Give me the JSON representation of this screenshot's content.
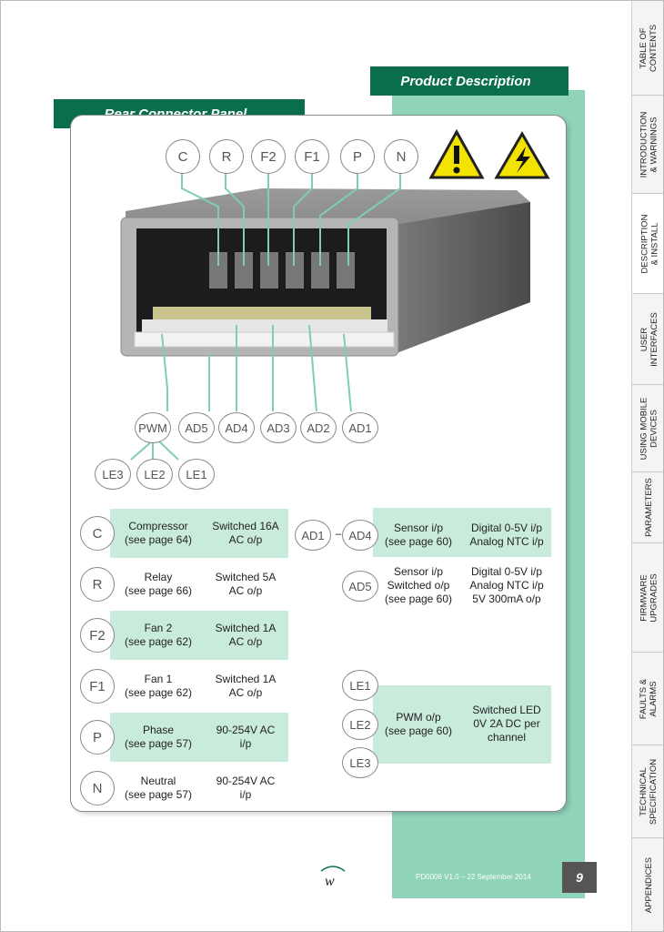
{
  "page": {
    "section_title": "Product Description",
    "panel_title": "Rear Connector Panel",
    "footer_doc": "PD0006 V1.0 – 22 September 2014",
    "page_number": "9"
  },
  "top_labels": [
    "C",
    "R",
    "F2",
    "F1",
    "P",
    "N"
  ],
  "bottom_labels": [
    "PWM",
    "AD5",
    "AD4",
    "AD3",
    "AD2",
    "AD1"
  ],
  "le_labels": [
    "LE3",
    "LE2",
    "LE1"
  ],
  "warning_icons": [
    "warning-exclamation-icon",
    "electric-hazard-icon"
  ],
  "left_rows": [
    {
      "code": "C",
      "name": "Compressor",
      "ref": "(see page 64)",
      "rating1": "Switched 16A",
      "rating2": "AC o/p",
      "shaded": true
    },
    {
      "code": "R",
      "name": "Relay",
      "ref": "(see page 66)",
      "rating1": "Switched 5A",
      "rating2": "AC o/p",
      "shaded": false
    },
    {
      "code": "F2",
      "name": "Fan 2",
      "ref": "(see page 62)",
      "rating1": "Switched 1A",
      "rating2": "AC o/p",
      "shaded": true
    },
    {
      "code": "F1",
      "name": "Fan 1",
      "ref": "(see page 62)",
      "rating1": "Switched 1A",
      "rating2": "AC o/p",
      "shaded": false
    },
    {
      "code": "P",
      "name": "Phase",
      "ref": "(see page 57)",
      "rating1": "90-254V AC",
      "rating2": "i/p",
      "shaded": true
    },
    {
      "code": "N",
      "name": "Neutral",
      "ref": "(see page 57)",
      "rating1": "90-254V AC",
      "rating2": "i/p",
      "shaded": false
    }
  ],
  "right_ad": {
    "from": "AD1",
    "dash": "–",
    "to": "AD4",
    "name": "Sensor i/p",
    "ref": "(see page 60)",
    "spec1": "Digital 0-5V i/p",
    "spec2": "Analog NTC i/p"
  },
  "right_ad5": {
    "code": "AD5",
    "line1": "Sensor i/p",
    "line2": "Switched o/p",
    "line3": "(see page 60)",
    "spec1": "Digital 0-5V i/p",
    "spec2": "Analog NTC i/p",
    "spec3": "5V 300mA o/p"
  },
  "right_le": {
    "codes": [
      "LE1",
      "LE2",
      "LE3"
    ],
    "name": "PWM o/p",
    "ref": "(see page 60)",
    "spec1": "Switched LED",
    "spec2": "0V 2A DC per",
    "spec3": "channel"
  },
  "tabs": [
    {
      "line1": "TABLE OF",
      "line2": "CONTENTS",
      "active": false
    },
    {
      "line1": "INTRODUCTION",
      "line2": "& WARNINGS",
      "active": false
    },
    {
      "line1": "DESCRIPTION",
      "line2": "& INSTALL",
      "active": true
    },
    {
      "line1": "USER",
      "line2": "INTERFACES",
      "active": false
    },
    {
      "line1": "USING MOBILE",
      "line2": "DEVICES",
      "active": false
    },
    {
      "line1": "PARAMETERS",
      "line2": "",
      "active": false
    },
    {
      "line1": "FIRMWARE",
      "line2": "UPGRADES",
      "active": false
    },
    {
      "line1": "FAULTS &",
      "line2": "ALARMS",
      "active": false
    },
    {
      "line1": "TECHNICAL",
      "line2": "SPECIFICATION",
      "active": false
    },
    {
      "line1": "APPENDICES",
      "line2": "",
      "active": false
    }
  ],
  "colors": {
    "brand_green": "#0a6e4c",
    "light_teal": "#8fd3b9",
    "row_shade": "#c9ebdc"
  }
}
